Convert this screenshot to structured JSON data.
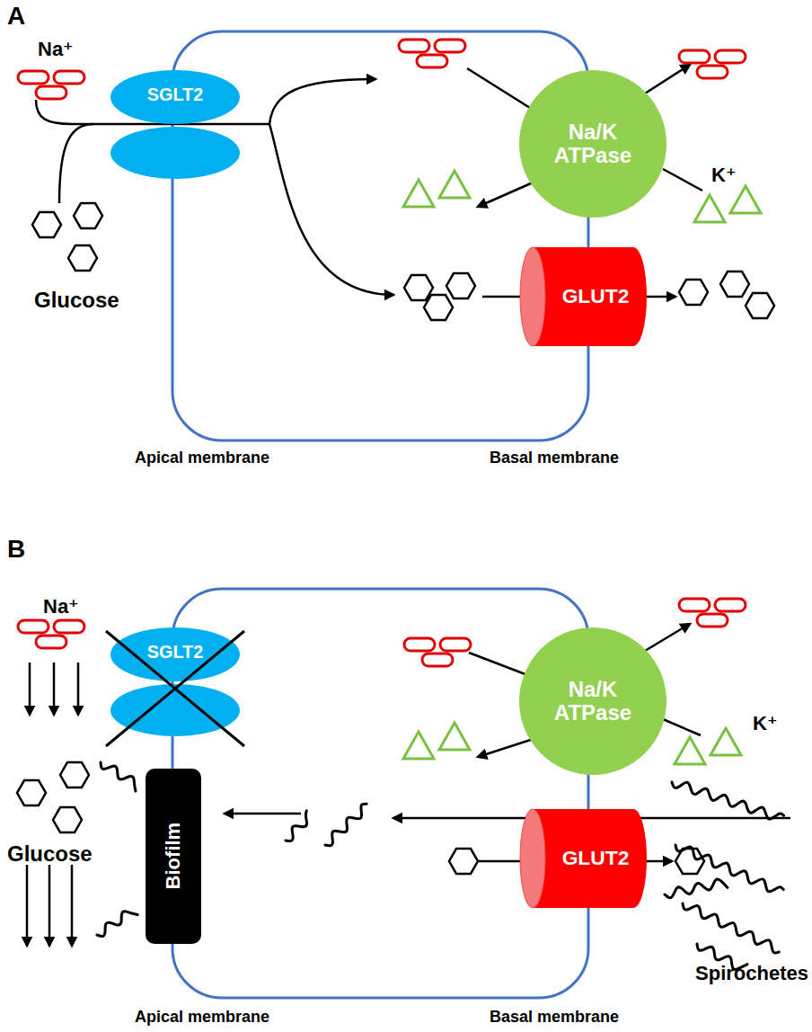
{
  "diagram": {
    "nodes": [
      {
        "text": [
          "SGLT2"
        ]
      },
      {
        "text": [
          "Na/K ATPase"
        ]
      },
      {
        "text": [
          "GLUT2"
        ]
      },
      {
        "text": [
          "SGLT2"
        ]
      },
      {
        "text": [
          "Na/K ATPase"
        ]
      },
      {
        "text": [
          "Biofilm"
        ]
      },
      {
        "text": [
          "GLUT2"
        ]
      }
    ],
    "labels": [
      "A",
      "Na⁺",
      "Glucose",
      "K⁺",
      "Apical membrane",
      "Basal membrane",
      "B",
      "Na⁺",
      "Glucose",
      "K⁺",
      "Spirochetes",
      "Apical membrane",
      "Basal membrane"
    ]
  }
}
